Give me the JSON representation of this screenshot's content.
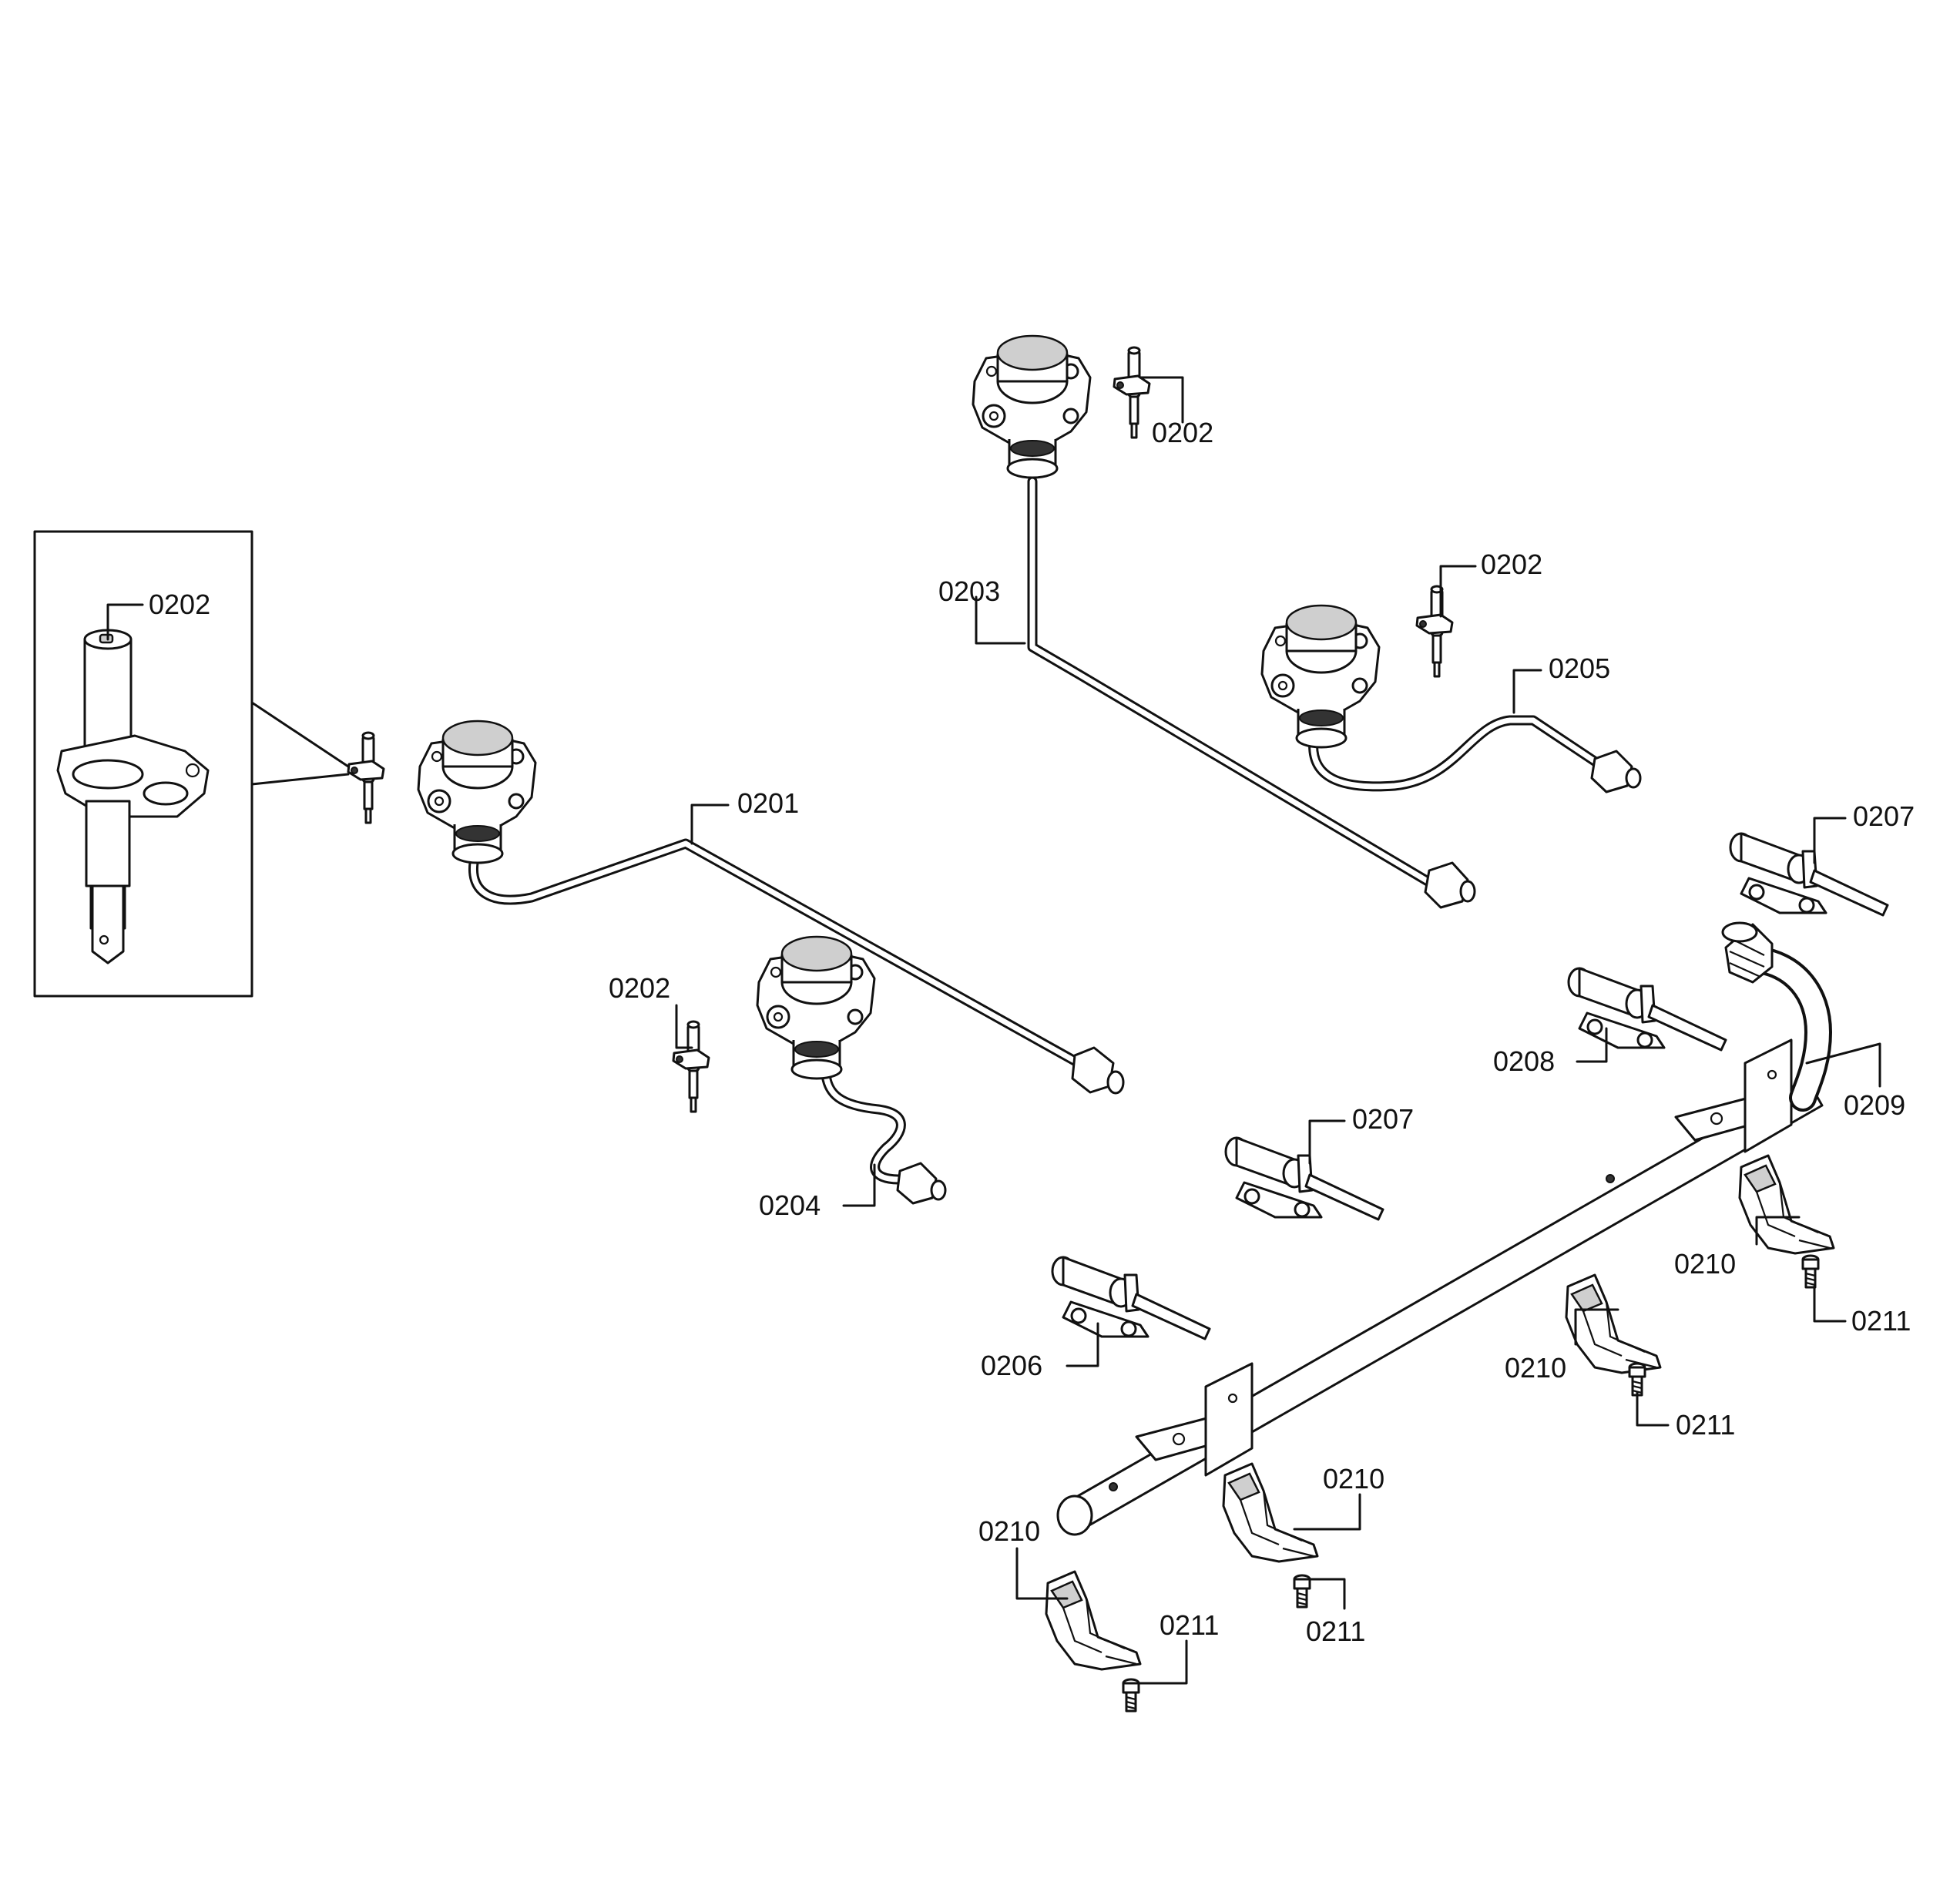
{
  "labels": {
    "c0201": "0201",
    "c0202_inset": "0202",
    "c0202_top": "0202",
    "c0202_mid": "0202",
    "c0202_left": "0202",
    "c0203": "0203",
    "c0204": "0204",
    "c0205": "0205",
    "c0206": "0206",
    "c0207_top": "0207",
    "c0207_mid": "0207",
    "c0208": "0208",
    "c0209": "0209",
    "c0210_a": "0210",
    "c0210_b": "0210",
    "c0210_c": "0210",
    "c0210_d": "0210",
    "c0211_a": "0211",
    "c0211_b": "0211",
    "c0211_c": "0211",
    "c0211_d": "0211"
  }
}
